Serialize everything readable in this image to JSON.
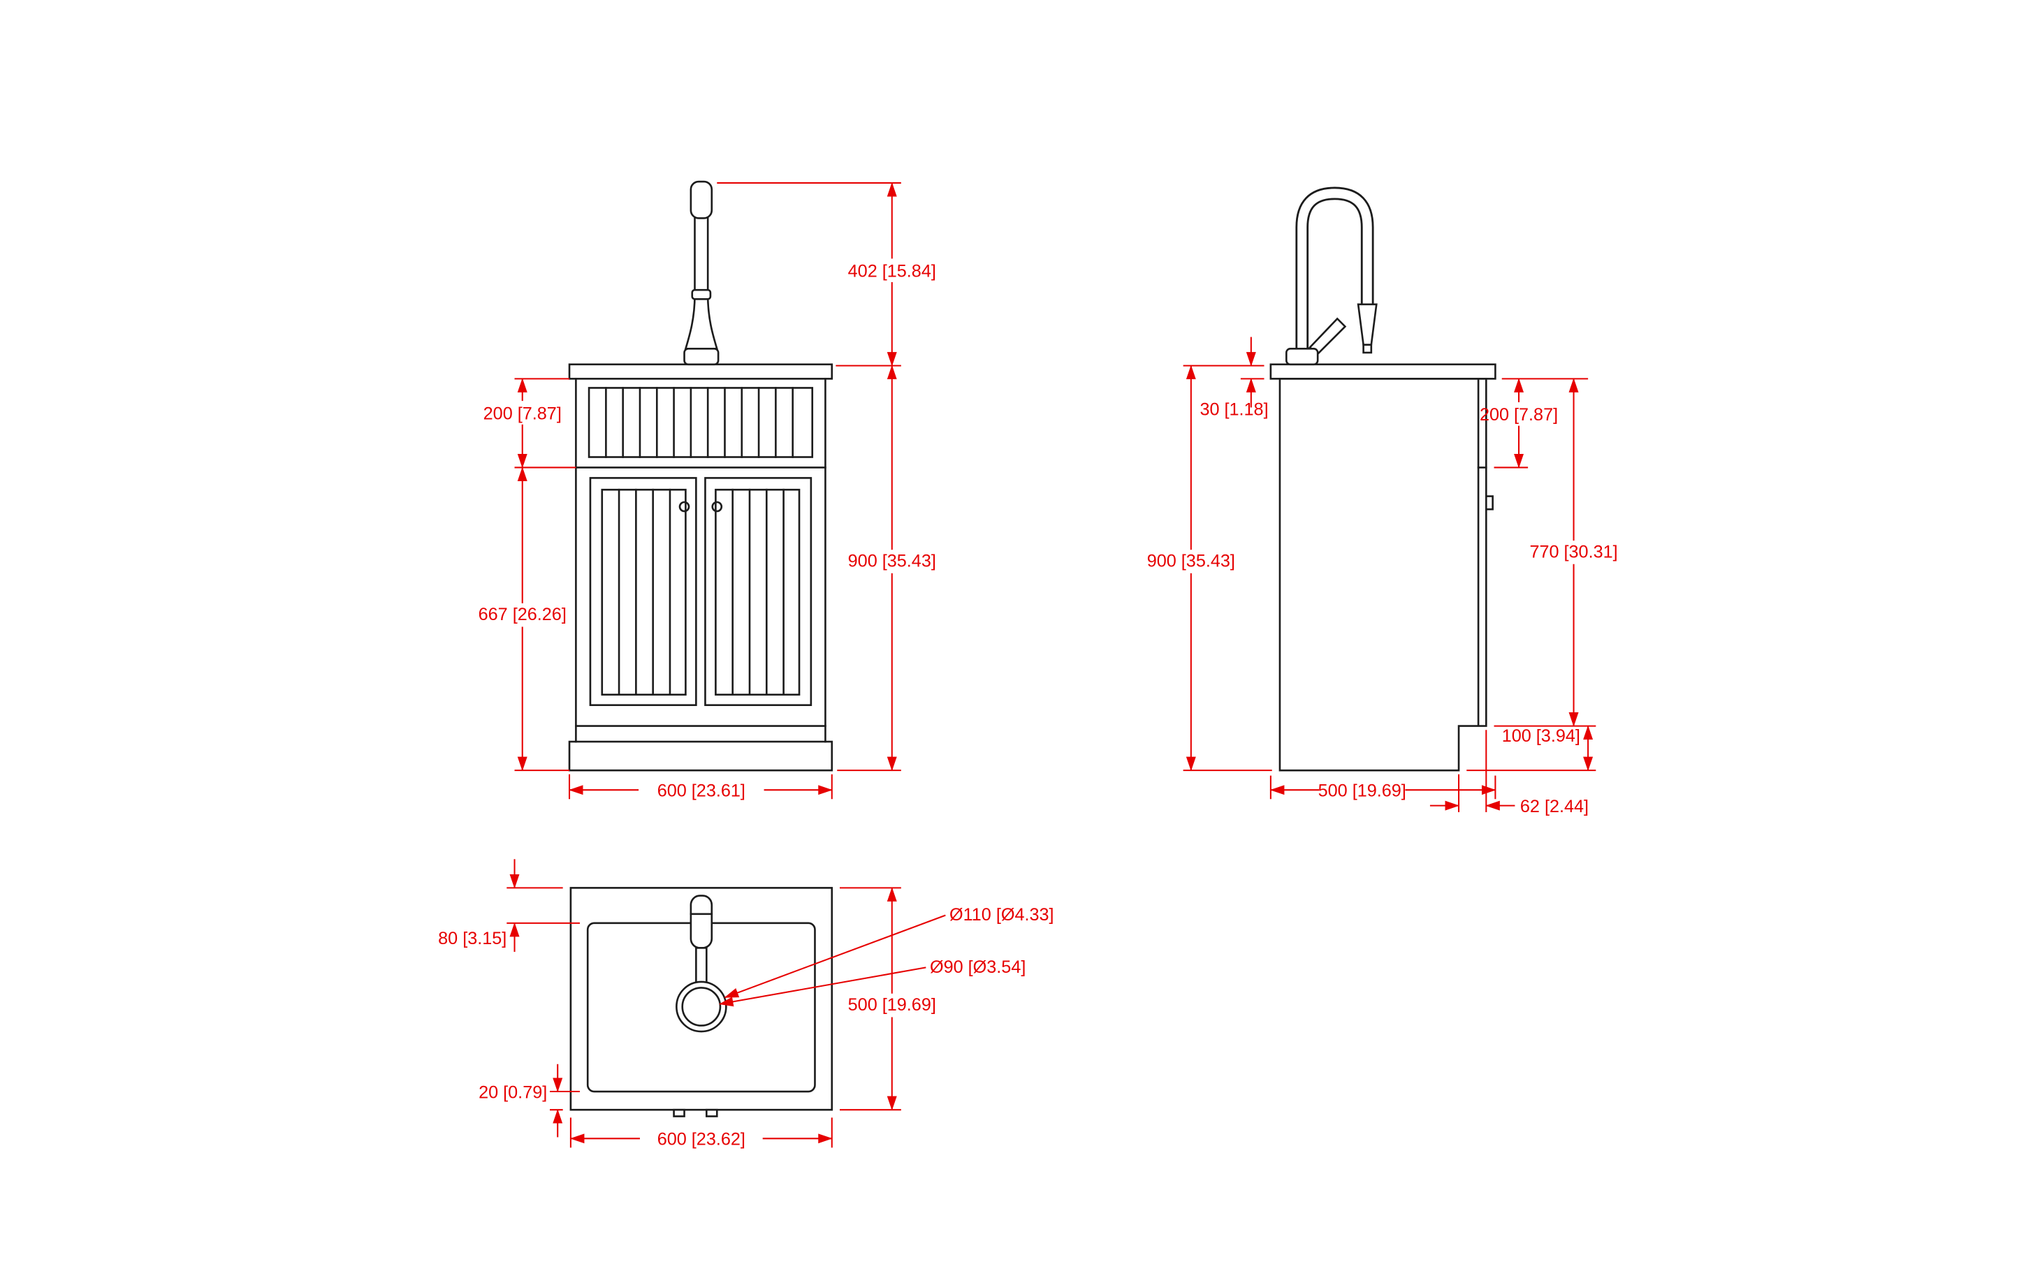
{
  "drawing": {
    "type": "technical-dimension-drawing",
    "subject": "sink cabinet with pull-down faucet",
    "colors": {
      "line": "#1c1c1c",
      "dimension": "#e60000",
      "background": "#ffffff"
    }
  },
  "views": {
    "front": {
      "dimensions": {
        "faucet_height": "402 [15.84]",
        "upper_section_height": "200 [7.87]",
        "overall_height": "900 [35.43]",
        "lower_section_height": "667 [26.26]",
        "overall_width": "600 [23.61]"
      }
    },
    "side": {
      "dimensions": {
        "countertop_thickness": "30 [1.18]",
        "upper_section_height": "200 [7.87]",
        "overall_height": "900 [35.43]",
        "body_height": "770 [30.31]",
        "toe_kick_height": "100 [3.94]",
        "overall_depth": "500 [19.69]",
        "toe_kick_recess": "62 [2.44]"
      }
    },
    "top": {
      "dimensions": {
        "back_offset": "80 [3.15]",
        "faucet_hole_diameter": "Ø110 [Ø4.33]",
        "drain_diameter": "Ø90 [Ø3.54]",
        "overall_depth": "500 [19.69]",
        "front_offset": "20 [0.79]",
        "overall_width": "600 [23.62]"
      }
    }
  }
}
